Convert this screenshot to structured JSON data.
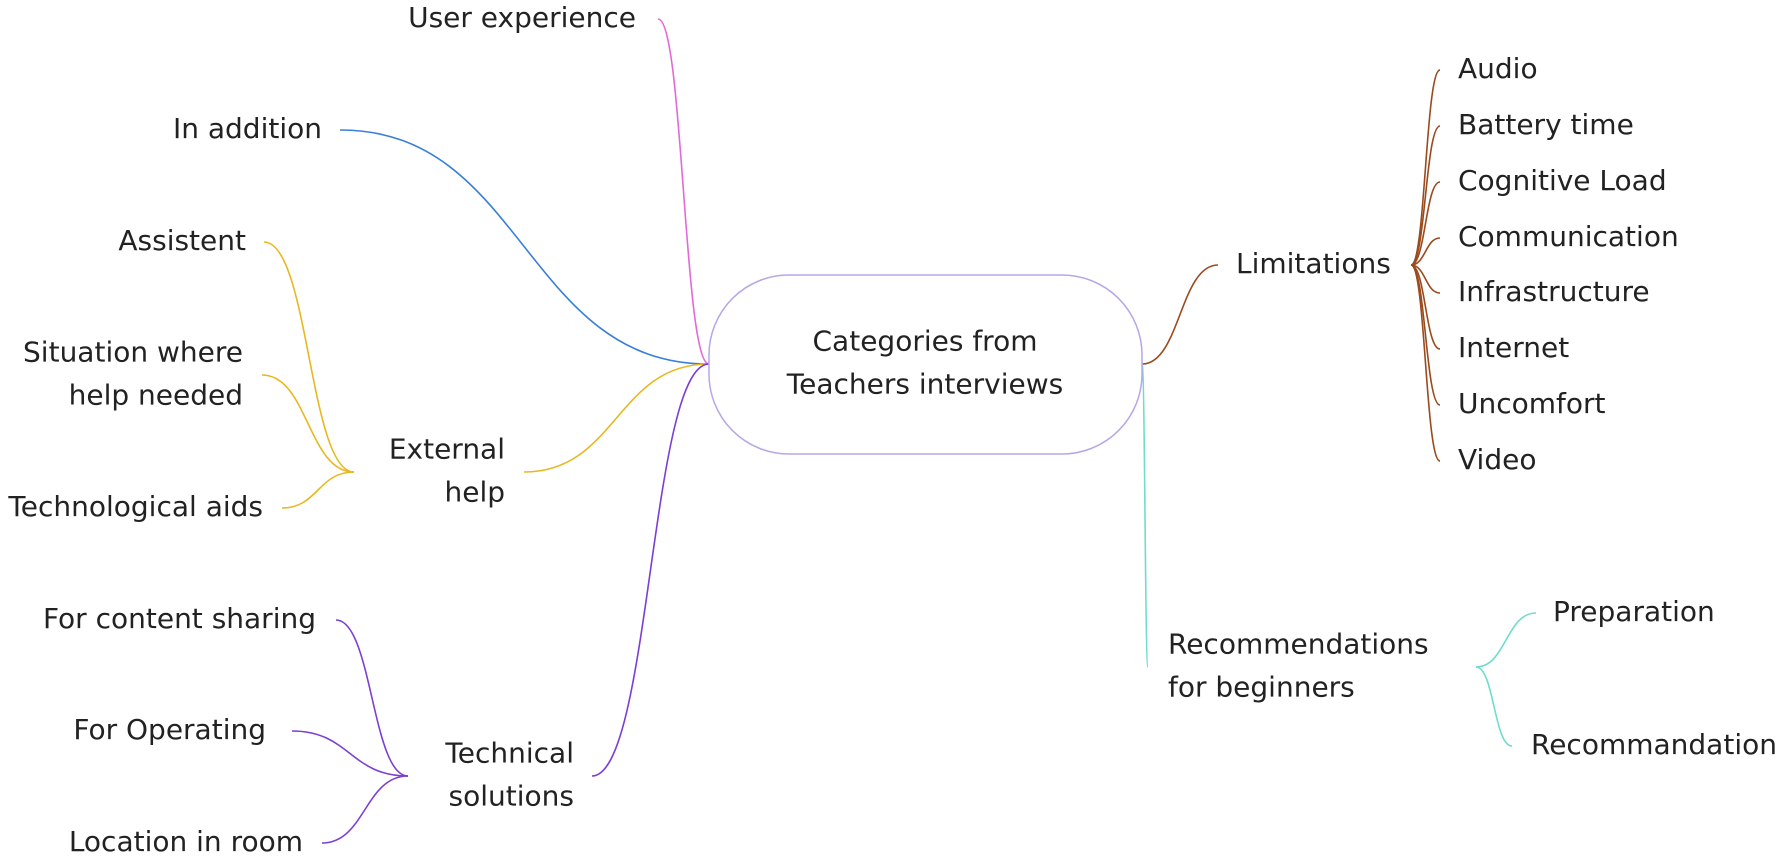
{
  "root": {
    "lines": [
      "Categories from",
      "Teachers interviews"
    ],
    "border_color": "#b9a6e6"
  },
  "branches": [
    {
      "id": "user-experience",
      "lines": [
        "User experience"
      ],
      "color": "#e26ad6",
      "children": []
    },
    {
      "id": "in-addition",
      "lines": [
        "In addition"
      ],
      "color": "#3a7fd8",
      "children": []
    },
    {
      "id": "external-help",
      "lines": [
        "External",
        "help"
      ],
      "color": "#e8b820",
      "children": [
        {
          "id": "assistent",
          "lines": [
            "Assistent"
          ]
        },
        {
          "id": "situation-where-help-needed",
          "lines": [
            "Situation where",
            "help needed"
          ]
        },
        {
          "id": "technological-aids",
          "lines": [
            "Technological aids"
          ]
        }
      ]
    },
    {
      "id": "technical-solutions",
      "lines": [
        "Technical",
        "solutions"
      ],
      "color": "#7b3fd1",
      "children": [
        {
          "id": "for-content-sharing",
          "lines": [
            "For content sharing"
          ]
        },
        {
          "id": "for-operating",
          "lines": [
            "For Operating"
          ]
        },
        {
          "id": "location-in-room",
          "lines": [
            "Location in room"
          ]
        }
      ]
    },
    {
      "id": "limitations",
      "lines": [
        "Limitations"
      ],
      "color": "#9a4a1c",
      "children": [
        {
          "id": "audio",
          "lines": [
            "Audio"
          ]
        },
        {
          "id": "battery-time",
          "lines": [
            "Battery time"
          ]
        },
        {
          "id": "cognitive-load",
          "lines": [
            "Cognitive Load"
          ]
        },
        {
          "id": "communication",
          "lines": [
            "Communication"
          ]
        },
        {
          "id": "infrastructure",
          "lines": [
            "Infrastructure"
          ]
        },
        {
          "id": "internet",
          "lines": [
            "Internet"
          ]
        },
        {
          "id": "uncomfort",
          "lines": [
            "Uncomfort"
          ]
        },
        {
          "id": "video",
          "lines": [
            "Video"
          ]
        }
      ]
    },
    {
      "id": "recommendations-for-beginners",
      "lines": [
        "Recommendations",
        "for beginners"
      ],
      "color": "#6fdccc",
      "children": [
        {
          "id": "preparation",
          "lines": [
            "Preparation"
          ]
        },
        {
          "id": "recommandation",
          "lines": [
            "Recommandation"
          ]
        }
      ]
    }
  ]
}
